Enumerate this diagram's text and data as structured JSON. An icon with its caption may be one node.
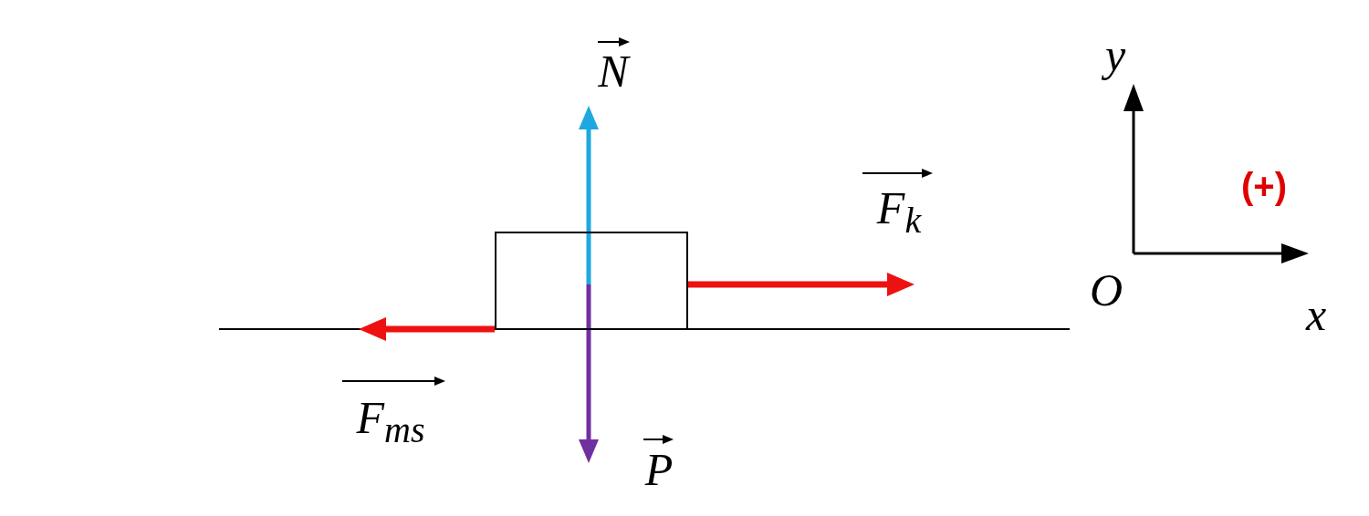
{
  "diagram": {
    "nodes": [
      {
        "text": [],
        "shape": "box"
      }
    ],
    "labels": [
      "N",
      "F$_{k}$",
      "y",
      "(+)",
      "O",
      "x",
      "F$_{ms}$",
      "P"
    ]
  }
}
